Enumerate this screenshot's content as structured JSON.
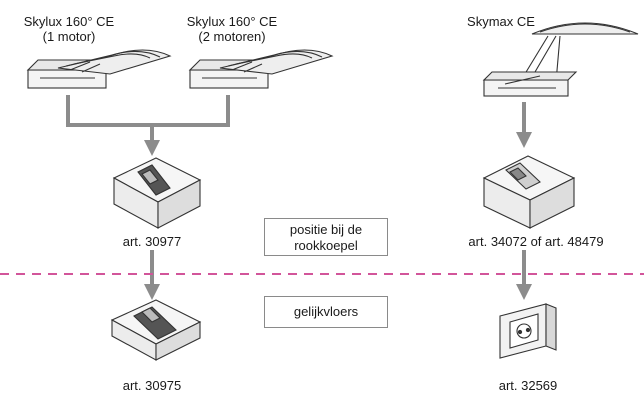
{
  "devices": {
    "skylux_1motor": {
      "name": "Skylux 160° CE",
      "variant": "(1 motor)"
    },
    "skylux_2motor": {
      "name": "Skylux 160° CE",
      "variant": "(2 motoren)"
    },
    "skymax": {
      "name": "Skymax CE"
    }
  },
  "controllers": {
    "art_30977": "art. 30977",
    "art_34072": "art. 34072 of art. 48479",
    "art_30975": "art. 30975",
    "art_32569": "art. 32569"
  },
  "zones": {
    "upper": "positie bij de rookkoepel",
    "lower": "gelijkvloers"
  },
  "colors": {
    "arrow": "#8c8c8c",
    "divider": "#d2559a",
    "line": "#333333"
  }
}
